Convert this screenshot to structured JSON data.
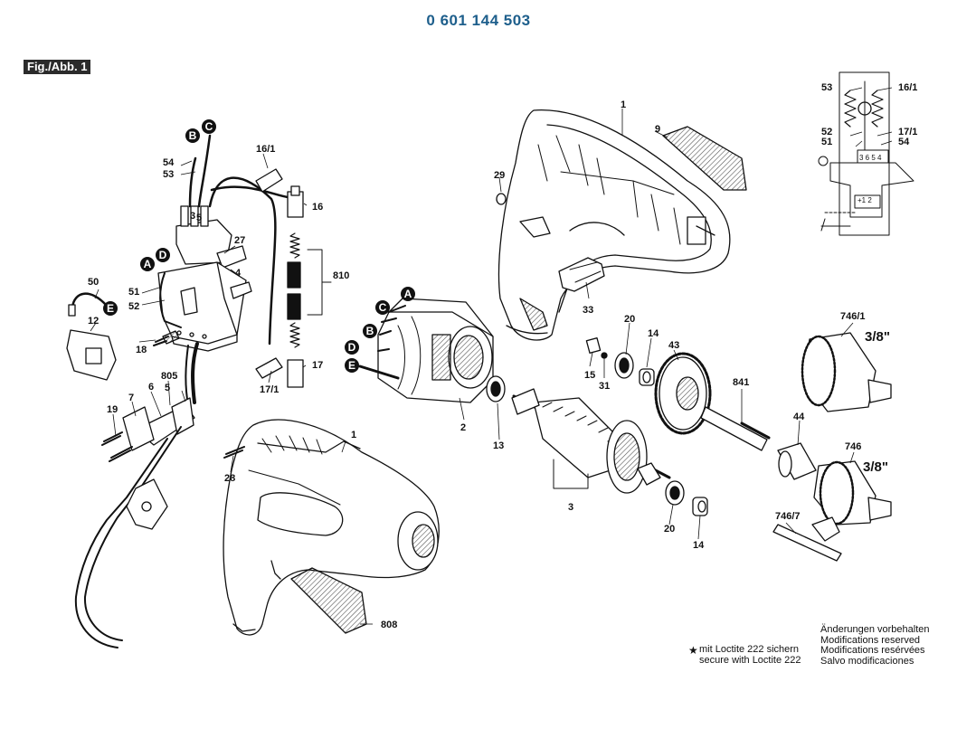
{
  "header": {
    "part_number": "0 601 144 503",
    "figure_label": "Fig./Abb. 1"
  },
  "connection_markers": [
    "A",
    "B",
    "C",
    "D",
    "E"
  ],
  "callouts": [
    "1",
    "1",
    "9",
    "29",
    "33",
    "16/1",
    "16/1",
    "16",
    "54",
    "53",
    "53",
    "52",
    "51",
    "51",
    "52",
    "5",
    "5",
    "4",
    "3",
    "27",
    "810",
    "50",
    "12",
    "18",
    "805",
    "6",
    "7",
    "19",
    "17/1",
    "17",
    "17/1",
    "54",
    "2",
    "13",
    "3",
    "20",
    "14",
    "43",
    "15",
    "31",
    "841",
    "44",
    "746/1",
    "746",
    "746/7",
    "20",
    "14",
    "28",
    "808"
  ],
  "chuck_size": "3/8\"",
  "wiring_inset": {
    "terminals": "3 6 5 4",
    "labels": [
      "53",
      "16/1",
      "52",
      "51",
      "17/1",
      "54"
    ],
    "switch_text": "+1 2"
  },
  "notes": {
    "loctite": [
      "mit Loctite 222 sichern",
      "secure with Loctite 222"
    ],
    "star_symbol": "★",
    "modifications": [
      "Änderungen vorbehalten",
      "Modifications reserved",
      "Modifications resérvées",
      "Salvo modificaciones"
    ]
  }
}
